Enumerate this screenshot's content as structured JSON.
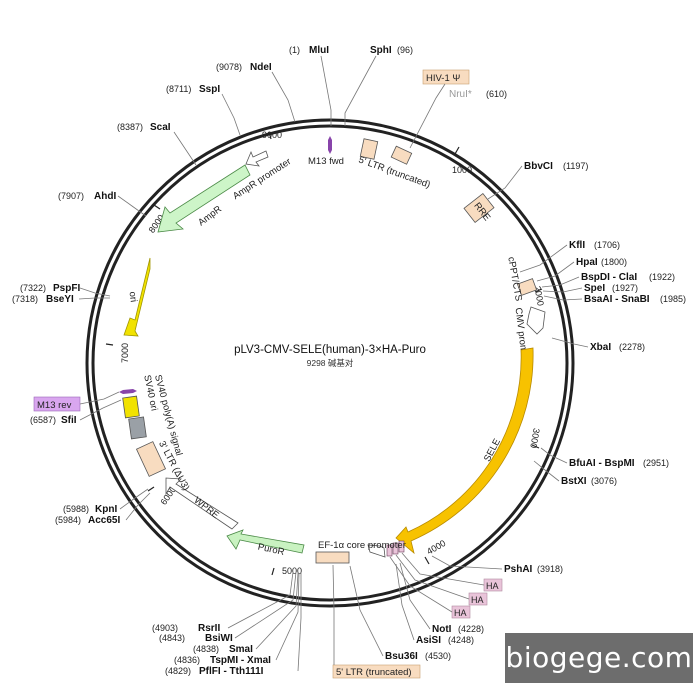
{
  "title": "pLV3-CMV-SELE(human)-3×HA-Puro",
  "subtitle": "9298 碱基对",
  "watermark": "biogege.com",
  "total_bp": 9298,
  "ticks": [
    1000,
    2000,
    3000,
    4000,
    5000,
    6000,
    7000,
    8000,
    9000
  ],
  "sites": [
    {
      "name": "MluI",
      "pos": "(1)"
    },
    {
      "name": "SphI",
      "pos": "(96)"
    },
    {
      "name": "NruI*",
      "pos": "(610)",
      "grey": true
    },
    {
      "name": "BbvCI",
      "pos": "(1197)"
    },
    {
      "name": "KflI",
      "pos": "(1706)"
    },
    {
      "name": "HpaI",
      "pos": "(1800)"
    },
    {
      "name": "BspDI - ClaI",
      "pos": "(1922)"
    },
    {
      "name": "SpeI",
      "pos": "(1927)"
    },
    {
      "name": "BsaAI - SnaBI",
      "pos": "(1985)"
    },
    {
      "name": "XbaI",
      "pos": "(2278)"
    },
    {
      "name": "BfuAI - BspMI",
      "pos": "(2951)"
    },
    {
      "name": "BstXI",
      "pos": "(3076)"
    },
    {
      "name": "PshAI",
      "pos": "(3918)"
    },
    {
      "name": "NotI",
      "pos": "(4228)"
    },
    {
      "name": "AsiSI",
      "pos": "(4248)"
    },
    {
      "name": "Bsu36I",
      "pos": "(4530)"
    },
    {
      "name": "RsrII",
      "pos": "(4903)"
    },
    {
      "name": "BsiWI",
      "pos": "(4843)"
    },
    {
      "name": "SmaI",
      "pos": "(4838)"
    },
    {
      "name": "TspMI - XmaI",
      "pos": "(4836)"
    },
    {
      "name": "PflFI - Tth111I",
      "pos": "(4829)"
    },
    {
      "name": "KpnI",
      "pos": "(5988)"
    },
    {
      "name": "Acc65I",
      "pos": "(5984)"
    },
    {
      "name": "SfiI",
      "pos": "(6587)"
    },
    {
      "name": "PspFI",
      "pos": "(7322)"
    },
    {
      "name": "BseYI",
      "pos": "(7318)"
    },
    {
      "name": "AhdI",
      "pos": "(7907)"
    },
    {
      "name": "ScaI",
      "pos": "(8387)"
    },
    {
      "name": "SspI",
      "pos": "(8711)"
    },
    {
      "name": "NdeI",
      "pos": "(9078)"
    }
  ],
  "features": {
    "m13_fwd": "M13 fwd",
    "hiv1_psi": "HIV-1 Ψ",
    "ltr5_trunc": "5' LTR (truncated)",
    "rre": "RRE",
    "cppt": "cPPT/CTS",
    "cmv_promoter": "CMV promoter",
    "sele": "SELE",
    "ef1a": "EF-1α core promoter",
    "ha": "HA",
    "ltr5_trunc_bottom": "5' LTR (truncated)",
    "puror": "PuroR",
    "wpre": "WPRE",
    "ltr3": "3' LTR (ΔU3)",
    "sv40_polya": "SV40 poly(A) signal",
    "sv40_ori": "SV40 ori",
    "m13_rev": "M13 rev",
    "ori": "ori",
    "ampr": "AmpR",
    "ampr_promoter": "AmpR promoter"
  },
  "colors": {
    "backbone": "#222222",
    "sele": "#f7c200",
    "ori": "#f1e200",
    "ampr": "#cdf5c8",
    "puror": "#c9f2c1",
    "ltr": "#f8dcc0",
    "ha": "#e9c4d9",
    "m13": "#8844aa",
    "m13_rev_label": "#d9a6ef",
    "grey_box": "#9aa0a6"
  }
}
